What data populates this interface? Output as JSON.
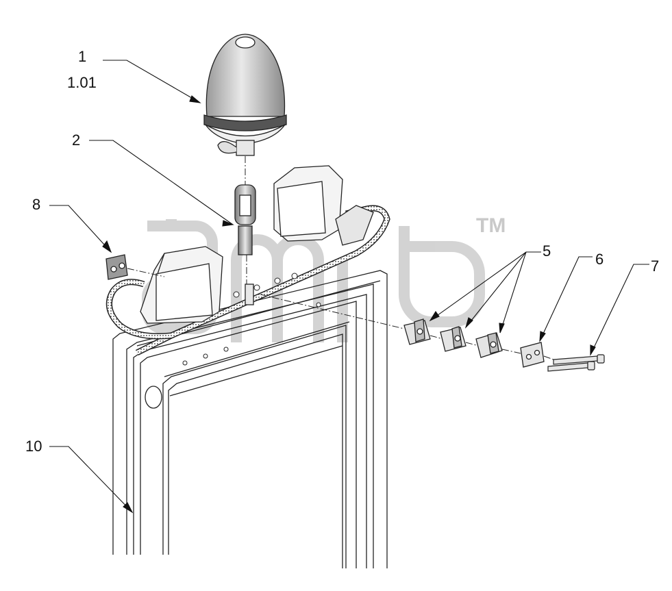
{
  "diagram": {
    "callouts": {
      "c1": "1",
      "c1b": "1.01",
      "c2": "2",
      "c5": "5",
      "c6": "6",
      "c7": "7",
      "c8": "8",
      "c10": "10"
    },
    "watermark_mark": "TM",
    "colors": {
      "line": "#222222",
      "watermark": "#d0d0d0"
    }
  }
}
